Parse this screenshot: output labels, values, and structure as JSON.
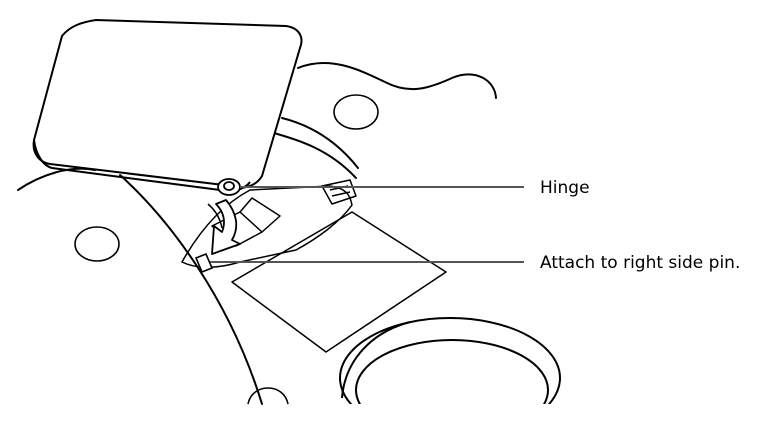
{
  "diagram": {
    "callouts": [
      {
        "id": "hinge",
        "label": "Hinge"
      },
      {
        "id": "pin",
        "label": "Attach to right side pin."
      }
    ]
  }
}
